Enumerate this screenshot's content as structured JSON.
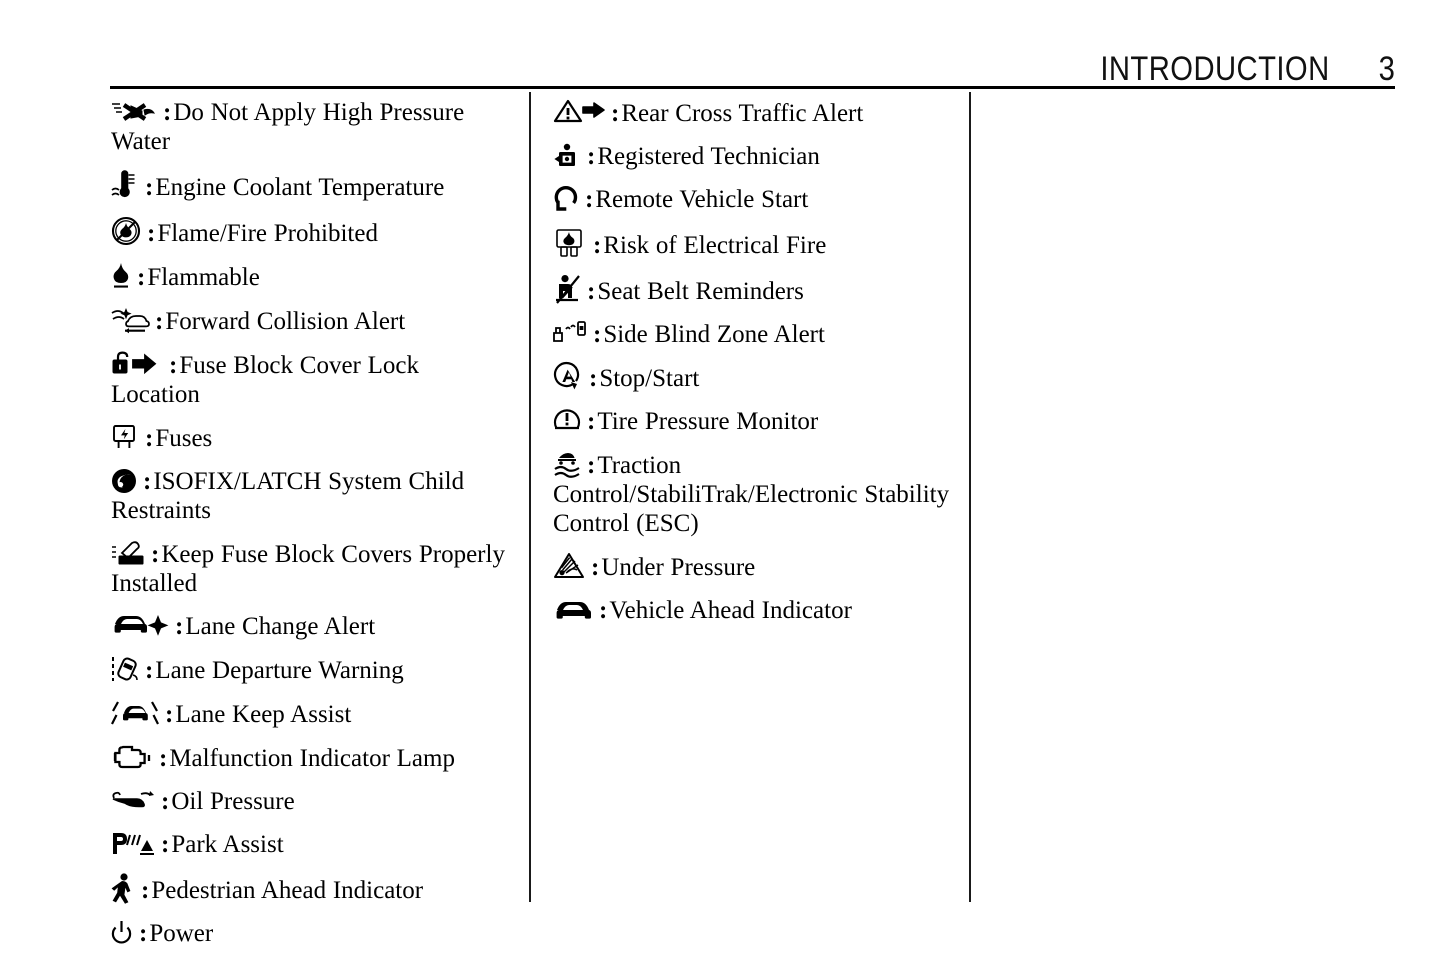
{
  "header": {
    "title": "INTRODUCTION",
    "page_number": "3",
    "separator": ":"
  },
  "columns": {
    "left": [
      {
        "icon": "no-pressure-washer-icon",
        "label": "Do Not Apply High Pressure Water"
      },
      {
        "icon": "engine-coolant-temperature-icon",
        "label": "Engine Coolant Temperature"
      },
      {
        "icon": "flame-fire-prohibited-icon",
        "label": "Flame/Fire Prohibited"
      },
      {
        "icon": "flammable-icon",
        "label": "Flammable"
      },
      {
        "icon": "forward-collision-alert-icon",
        "label": "Forward Collision Alert"
      },
      {
        "icon": "fuse-block-cover-lock-location-icon",
        "label": "Fuse Block Cover Lock Location"
      },
      {
        "icon": "fuses-icon",
        "label": "Fuses"
      },
      {
        "icon": "isofix-latch-child-restraints-icon",
        "label": "ISOFIX/LATCH System Child Restraints"
      },
      {
        "icon": "keep-fuse-block-covers-installed-icon",
        "label": "Keep Fuse Block Covers Properly Installed"
      },
      {
        "icon": "lane-change-alert-icon",
        "label": "Lane Change Alert"
      },
      {
        "icon": "lane-departure-warning-icon",
        "label": "Lane Departure Warning"
      },
      {
        "icon": "lane-keep-assist-icon",
        "label": "Lane Keep Assist"
      },
      {
        "icon": "malfunction-indicator-lamp-icon",
        "label": "Malfunction Indicator Lamp"
      },
      {
        "icon": "oil-pressure-icon",
        "label": "Oil Pressure"
      },
      {
        "icon": "park-assist-icon",
        "label": "Park Assist"
      },
      {
        "icon": "pedestrian-ahead-indicator-icon",
        "label": "Pedestrian Ahead Indicator"
      },
      {
        "icon": "power-icon",
        "label": "Power"
      }
    ],
    "middle": [
      {
        "icon": "rear-cross-traffic-alert-icon",
        "label": "Rear Cross Traffic Alert"
      },
      {
        "icon": "registered-technician-icon",
        "label": "Registered Technician"
      },
      {
        "icon": "remote-vehicle-start-icon",
        "label": "Remote Vehicle Start"
      },
      {
        "icon": "risk-of-electrical-fire-icon",
        "label": "Risk of Electrical Fire"
      },
      {
        "icon": "seat-belt-reminders-icon",
        "label": "Seat Belt Reminders"
      },
      {
        "icon": "side-blind-zone-alert-icon",
        "label": "Side Blind Zone Alert"
      },
      {
        "icon": "stop-start-icon",
        "label": "Stop/Start"
      },
      {
        "icon": "tire-pressure-monitor-icon",
        "label": "Tire Pressure Monitor"
      },
      {
        "icon": "traction-control-stabilitrak-icon",
        "label": "Traction Control/StabiliTrak/Electronic Stability Control (ESC)"
      },
      {
        "icon": "under-pressure-icon",
        "label": "Under Pressure"
      },
      {
        "icon": "vehicle-ahead-indicator-icon",
        "label": "Vehicle Ahead Indicator"
      }
    ],
    "right": []
  }
}
